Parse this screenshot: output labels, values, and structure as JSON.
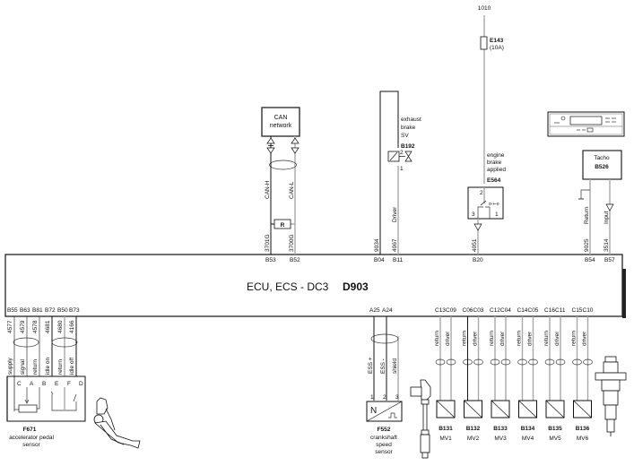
{
  "ecu": {
    "name": "ECU, ECS - DC3",
    "code": "D903"
  },
  "top_supply": {
    "label": "1010",
    "fuse": {
      "code": "E143",
      "rating": "(10A)"
    }
  },
  "can": {
    "box_line1": "CAN",
    "box_line2": "network",
    "wires": [
      {
        "name": "CAN-H",
        "number": "3701G",
        "pin": "B53",
        "color": "black"
      },
      {
        "name": "CAN-L",
        "number": "3700G",
        "pin": "B52",
        "color": "grey"
      }
    ],
    "resistor": "R"
  },
  "exhaust_brake": {
    "label_lines": [
      "exhaust",
      "brake",
      "SV"
    ],
    "code": "B192",
    "pin_top": "2",
    "pin_bottom": "1",
    "wires": [
      {
        "number": "9034",
        "pin": "B04",
        "color": "black"
      },
      {
        "name": "Driver",
        "number": "4067",
        "pin": "B11",
        "color": "grey"
      }
    ]
  },
  "engine_brake": {
    "label_lines": [
      "engine",
      "brake",
      "applied"
    ],
    "code": "E564",
    "pins": [
      "2",
      "3",
      "1"
    ],
    "wire": {
      "number": "4051",
      "pin": "B20",
      "color": "grey"
    }
  },
  "tacho": {
    "line1": "Tacho",
    "code": "B526",
    "wires": [
      {
        "name": "Return",
        "number": "9025",
        "pin": "B54",
        "color": "grey"
      },
      {
        "name": "Input",
        "number": "3514",
        "pin": "B57",
        "color": "grey"
      }
    ]
  },
  "accelerator": {
    "code": "F671",
    "label_lines": [
      "accelerator pedal",
      "sensor"
    ],
    "wires": [
      {
        "pin": "B55",
        "number": "4577",
        "name": "supply",
        "terminal": "C"
      },
      {
        "pin": "B63",
        "number": "4579",
        "name": "signal",
        "terminal": "A"
      },
      {
        "pin": "B81",
        "number": "4578",
        "name": "return",
        "terminal": "B"
      },
      {
        "pin": "B72",
        "number": "4681",
        "name": "idle on",
        "terminal": "E"
      },
      {
        "pin": "B50",
        "number": "4680",
        "name": "return",
        "terminal": "F"
      },
      {
        "pin": "B73",
        "number": "4166",
        "name": "idle off",
        "terminal": "D"
      }
    ]
  },
  "crankshaft": {
    "code": "F552",
    "label_lines": [
      "crankshaft",
      "speed",
      "sensor"
    ],
    "symbol": "N",
    "wires": [
      {
        "pin": "A25",
        "name": "ESS +",
        "terminal": "1"
      },
      {
        "pin": "A24",
        "name": "ESS -",
        "terminal": "2"
      },
      {
        "name": "shield",
        "terminal": "3"
      }
    ]
  },
  "injectors": [
    {
      "code": "B131",
      "label": "MV1",
      "pins": [
        "C13",
        "C09"
      ]
    },
    {
      "code": "B132",
      "label": "MV2",
      "pins": [
        "C06",
        "C03"
      ]
    },
    {
      "code": "B133",
      "label": "MV3",
      "pins": [
        "C12",
        "C04"
      ]
    },
    {
      "code": "B134",
      "label": "MV4",
      "pins": [
        "C14",
        "C05"
      ]
    },
    {
      "code": "B135",
      "label": "MV5",
      "pins": [
        "C16",
        "C11"
      ]
    },
    {
      "code": "B136",
      "label": "MV6",
      "pins": [
        "C15",
        "C10"
      ]
    }
  ],
  "injector_wire_names": [
    "return",
    "driver"
  ]
}
